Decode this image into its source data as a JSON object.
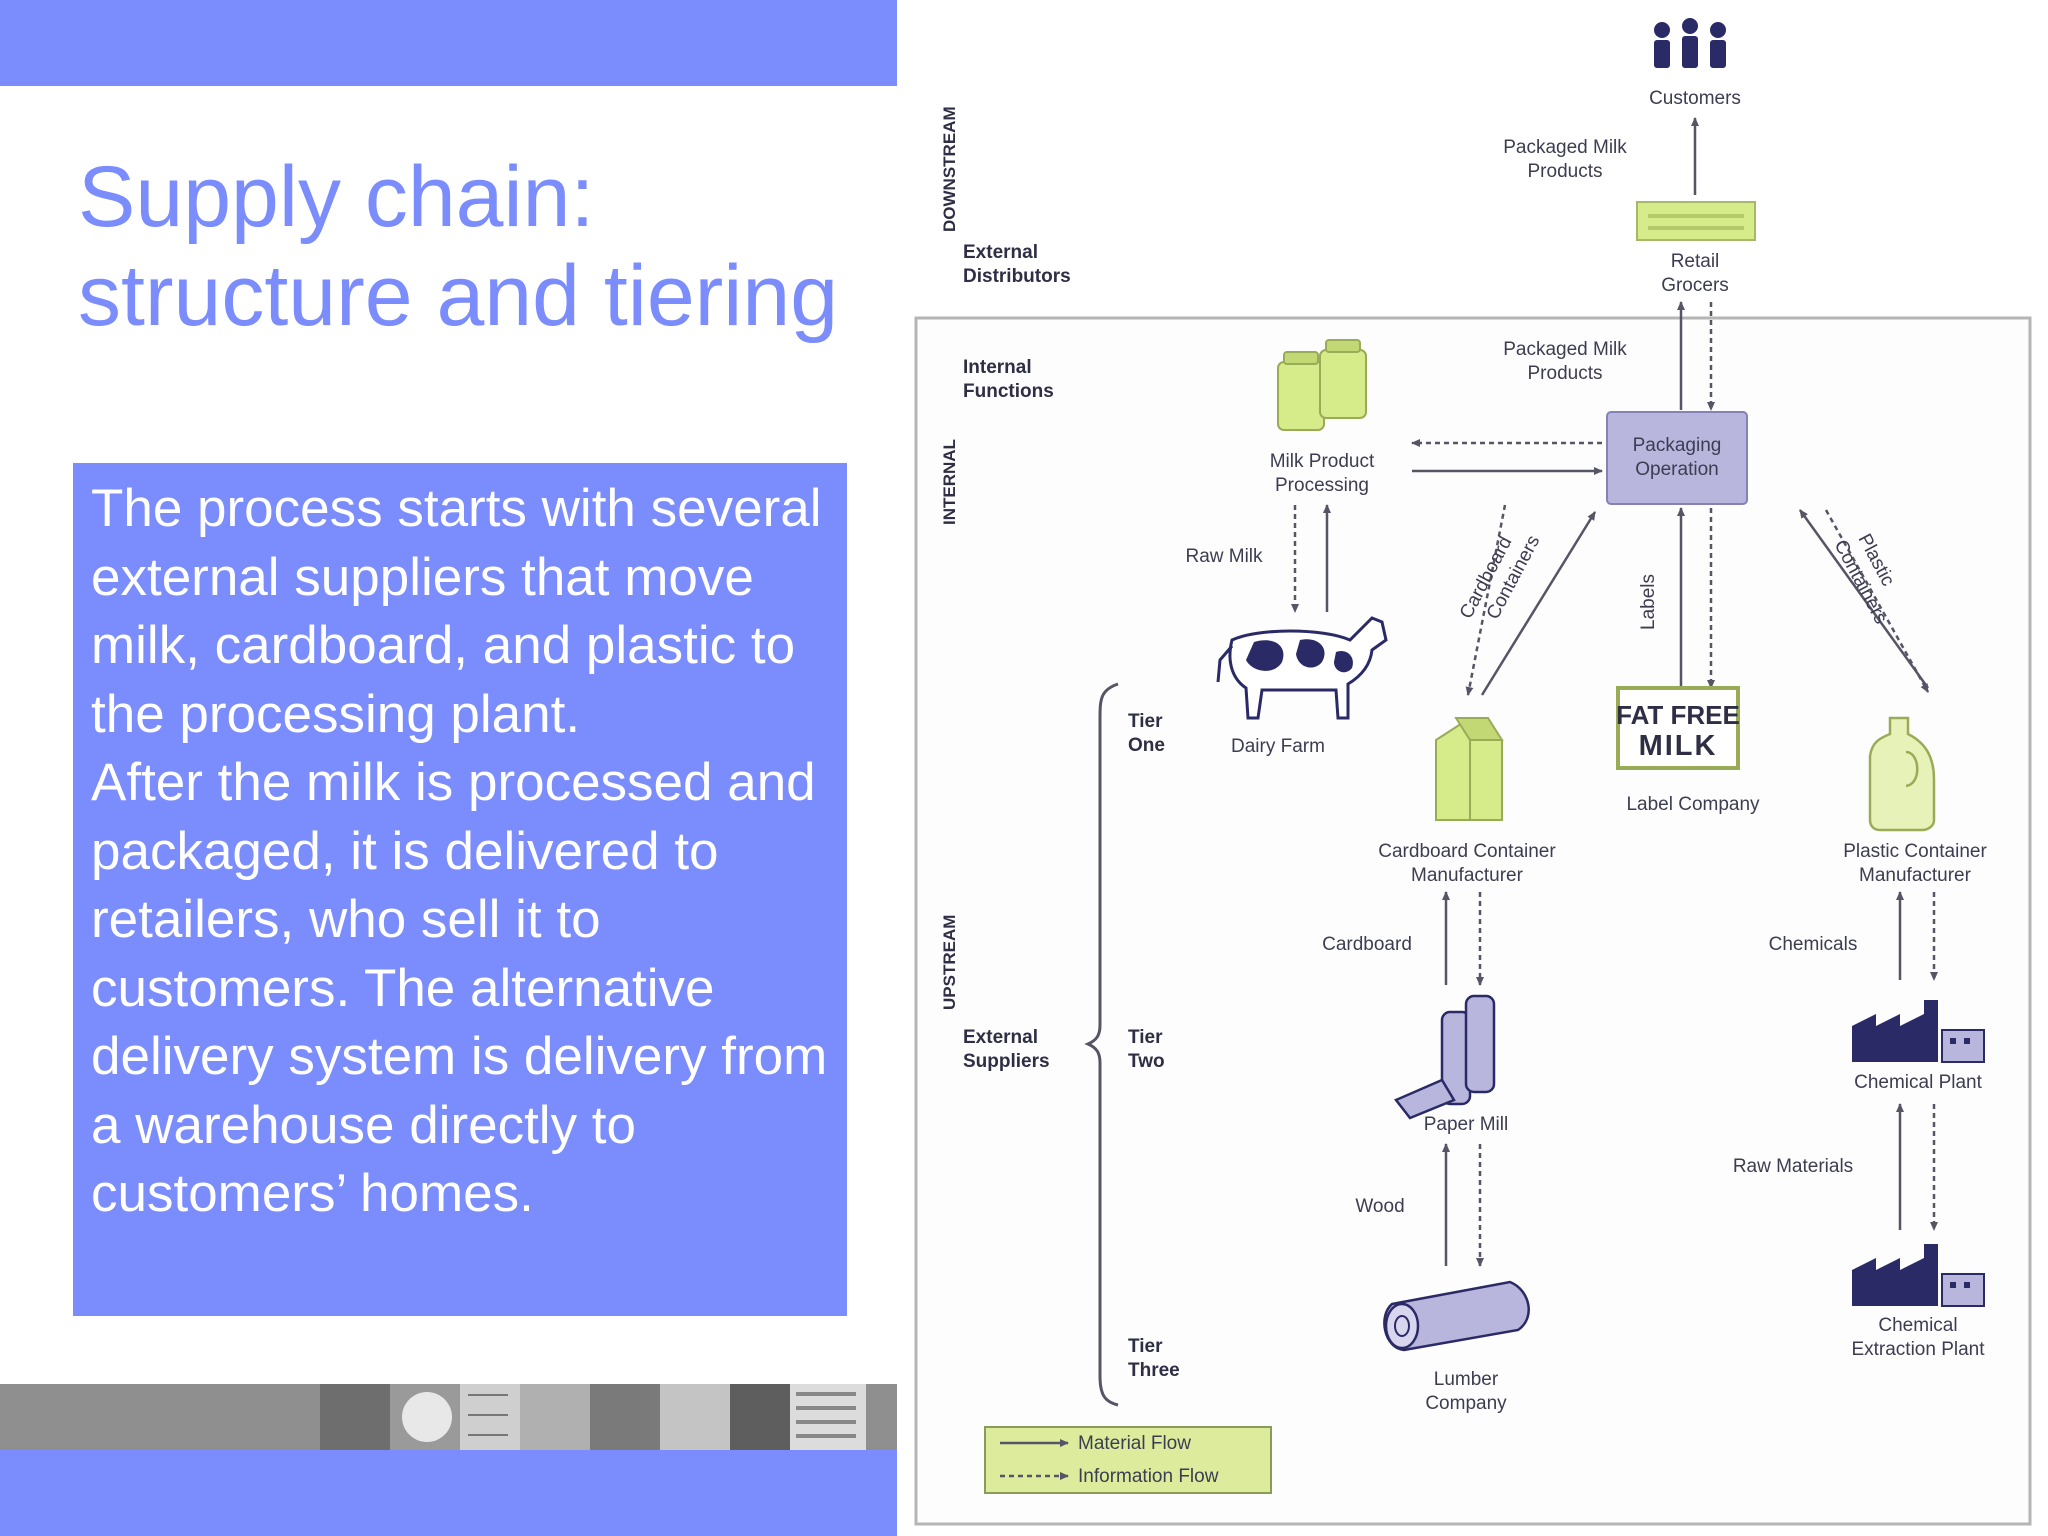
{
  "slide": {
    "title_line1": "Supply chain:",
    "title_line2": "structure and tiering",
    "body_para1": "The process starts with several external suppliers that move milk, cardboard, and plastic to the processing plant.",
    "body_para2": "After the milk is processed and packaged, it is delivered to retailers, who sell it to customers. The alternative delivery system is delivery from a warehouse directly to customers’ homes."
  },
  "diagram": {
    "sections": {
      "downstream": "DOWNSTREAM",
      "internal": "INTERNAL",
      "upstream": "UPSTREAM"
    },
    "groups": {
      "external_distributors": [
        "External",
        "Distributors"
      ],
      "internal_functions": [
        "Internal",
        "Functions"
      ],
      "external_suppliers": [
        "External",
        "Suppliers"
      ]
    },
    "tiers": {
      "one": [
        "Tier",
        "One"
      ],
      "two": [
        "Tier",
        "Two"
      ],
      "three": [
        "Tier",
        "Three"
      ]
    },
    "nodes": {
      "customers": "Customers",
      "retail_grocers": [
        "Retail",
        "Grocers"
      ],
      "packaging_operation": [
        "Packaging",
        "Operation"
      ],
      "milk_processing": [
        "Milk Product",
        "Processing"
      ],
      "dairy_farm": "Dairy Farm",
      "label_company": "Label Company",
      "cardboard_manufacturer": [
        "Cardboard Container",
        "Manufacturer"
      ],
      "plastic_manufacturer": [
        "Plastic Container",
        "Manufacturer"
      ],
      "paper_mill": "Paper Mill",
      "lumber_company": [
        "Lumber",
        "Company"
      ],
      "chemical_plant": "Chemical Plant",
      "chemical_extraction_plant": [
        "Chemical",
        "Extraction Plant"
      ]
    },
    "flows": {
      "packaged_milk_top": [
        "Packaged Milk",
        "Products"
      ],
      "packaged_milk_mid": [
        "Packaged Milk",
        "Products"
      ],
      "raw_milk": "Raw Milk",
      "cardboard_containers": [
        "Cardboard",
        "Containers"
      ],
      "labels": "Labels",
      "plastic_containers": [
        "Plastic",
        "Containers"
      ],
      "cardboard": "Cardboard",
      "wood": "Wood",
      "chemicals": "Chemicals",
      "raw_materials": "Raw Materials"
    },
    "label_sign": [
      "FAT FREE",
      "MILK"
    ],
    "legend": {
      "material": "Material Flow",
      "information": "Information Flow"
    },
    "colors": {
      "accent": "#7b8cfc",
      "product_green": "#d6ec8a",
      "node_purple": "#b8b6dd",
      "legend_green": "#dcec9c",
      "cow_dark": "#2a2a66"
    }
  }
}
